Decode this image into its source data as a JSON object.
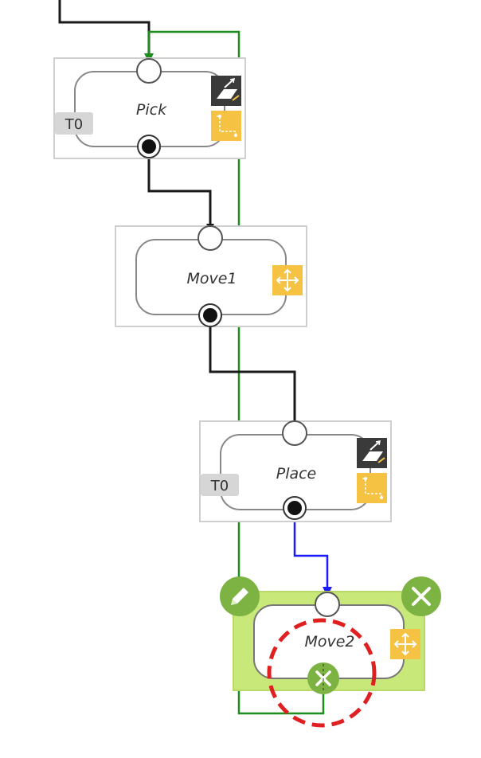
{
  "nodes": {
    "pick": {
      "label": "Pick",
      "tool": "T0"
    },
    "move1": {
      "label": "Move1"
    },
    "place": {
      "label": "Place",
      "tool": "T0"
    },
    "move2": {
      "label": "Move2",
      "selected": true
    }
  },
  "icons": {
    "gripper": "gripper-icon",
    "path": "path-icon",
    "move": "move-arrows-icon",
    "edit": "pencil-icon",
    "close": "close-icon"
  },
  "colors": {
    "connector_default": "#1a1a1a",
    "connector_loop": "#1e8c1e",
    "connector_selected": "#1a1aff",
    "selection_fill": "#c9e87a",
    "action_button": "#7cb342",
    "icon_accent": "#f6c244",
    "icon_dark": "#3a3a3a",
    "delete_highlight": "#e02020"
  }
}
